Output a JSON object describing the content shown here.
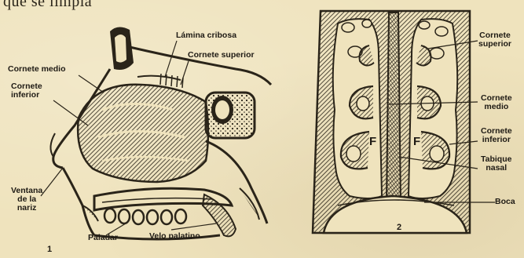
{
  "page": {
    "top_text": "que se limpia"
  },
  "figure1": {
    "number": "1",
    "labels": {
      "lamina_cribosa": "Lámina cribosa",
      "cornete_superior": "Cornete superior",
      "cornete_medio": "Cornete medio",
      "cornete_inferior_line1": "Cornete",
      "cornete_inferior_line2": "inferior",
      "ventana_line1": "Ventana",
      "ventana_line2": "de la",
      "ventana_line3": "nariz",
      "paladar": "Paladar",
      "velo_palatino": "Velo palatino"
    }
  },
  "figure2": {
    "number": "2",
    "f_left": "F",
    "f_right": "F",
    "labels": {
      "cornete_superior_line1": "Cornete",
      "cornete_superior_line2": "superior",
      "cornete_medio_line1": "Cornete",
      "cornete_medio_line2": "medio",
      "cornete_inferior_line1": "Cornete",
      "cornete_inferior_line2": "inferior",
      "tabique_line1": "Tabique",
      "tabique_line2": "nasal",
      "boca": "Boca"
    }
  }
}
